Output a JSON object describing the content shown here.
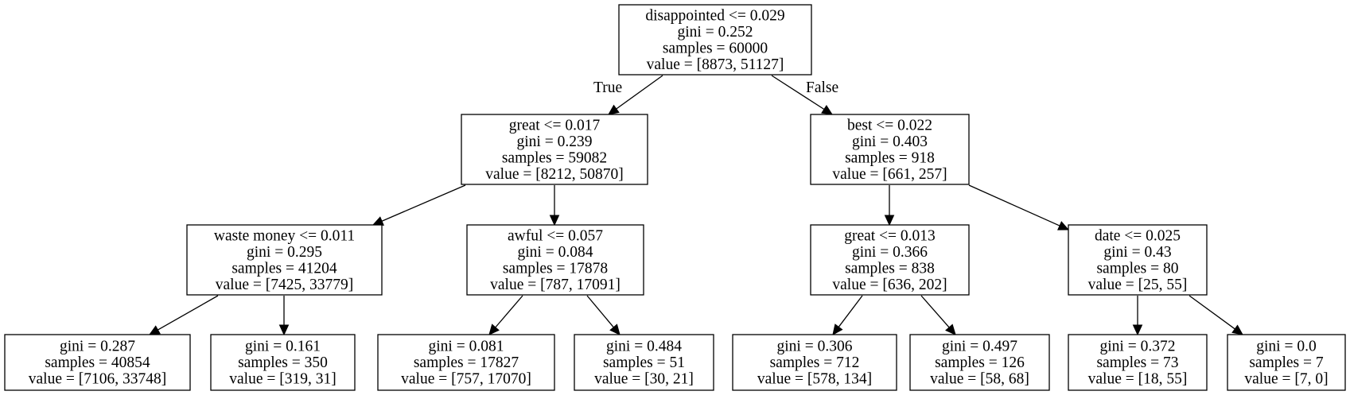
{
  "edge_labels": {
    "true_label": "True",
    "false_label": "False"
  },
  "nodes": [
    {
      "id": "root",
      "lines": [
        "disappointed <= 0.029",
        "gini = 0.252",
        "samples = 60000",
        "value = [8873, 51127]"
      ]
    },
    {
      "id": "n1",
      "lines": [
        "great <= 0.017",
        "gini = 0.239",
        "samples = 59082",
        "value = [8212, 50870]"
      ]
    },
    {
      "id": "n2",
      "lines": [
        "best <= 0.022",
        "gini = 0.403",
        "samples = 918",
        "value = [661, 257]"
      ]
    },
    {
      "id": "n3",
      "lines": [
        "waste money <= 0.011",
        "gini = 0.295",
        "samples = 41204",
        "value = [7425, 33779]"
      ]
    },
    {
      "id": "n4",
      "lines": [
        "awful <= 0.057",
        "gini = 0.084",
        "samples = 17878",
        "value = [787, 17091]"
      ]
    },
    {
      "id": "n5",
      "lines": [
        "great <= 0.013",
        "gini = 0.366",
        "samples = 838",
        "value = [636, 202]"
      ]
    },
    {
      "id": "n6",
      "lines": [
        "date <= 0.025",
        "gini = 0.43",
        "samples = 80",
        "value = [25, 55]"
      ]
    },
    {
      "id": "l1",
      "lines": [
        "gini = 0.287",
        "samples = 40854",
        "value = [7106, 33748]"
      ]
    },
    {
      "id": "l2",
      "lines": [
        "gini = 0.161",
        "samples = 350",
        "value = [319, 31]"
      ]
    },
    {
      "id": "l3",
      "lines": [
        "gini = 0.081",
        "samples = 17827",
        "value = [757, 17070]"
      ]
    },
    {
      "id": "l4",
      "lines": [
        "gini = 0.484",
        "samples = 51",
        "value = [30, 21]"
      ]
    },
    {
      "id": "l5",
      "lines": [
        "gini = 0.306",
        "samples = 712",
        "value = [578, 134]"
      ]
    },
    {
      "id": "l6",
      "lines": [
        "gini = 0.497",
        "samples = 126",
        "value = [58, 68]"
      ]
    },
    {
      "id": "l7",
      "lines": [
        "gini = 0.372",
        "samples = 73",
        "value = [18, 55]"
      ]
    },
    {
      "id": "l8",
      "lines": [
        "gini = 0.0",
        "samples = 7",
        "value = [7, 0]"
      ]
    }
  ],
  "edges": [
    {
      "from": "root",
      "to": "n1"
    },
    {
      "from": "root",
      "to": "n2"
    },
    {
      "from": "n1",
      "to": "n3"
    },
    {
      "from": "n1",
      "to": "n4"
    },
    {
      "from": "n2",
      "to": "n5"
    },
    {
      "from": "n2",
      "to": "n6"
    },
    {
      "from": "n3",
      "to": "l1"
    },
    {
      "from": "n3",
      "to": "l2"
    },
    {
      "from": "n4",
      "to": "l3"
    },
    {
      "from": "n4",
      "to": "l4"
    },
    {
      "from": "n5",
      "to": "l5"
    },
    {
      "from": "n5",
      "to": "l6"
    },
    {
      "from": "n6",
      "to": "l7"
    },
    {
      "from": "n6",
      "to": "l8"
    }
  ]
}
